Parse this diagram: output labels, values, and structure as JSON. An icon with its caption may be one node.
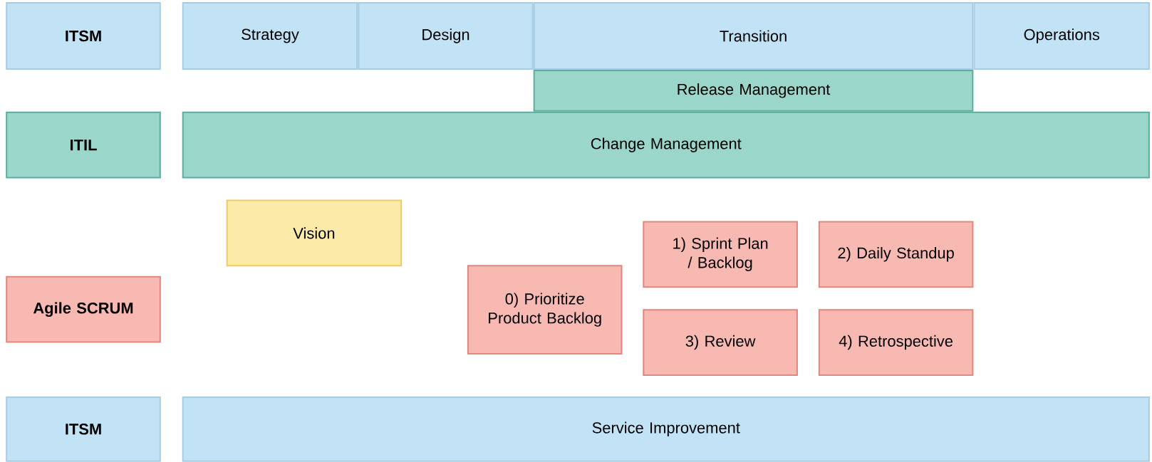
{
  "diagram": {
    "nodes": [
      {
        "text": [
          "ITSM"
        ]
      },
      {
        "text": [
          "Strategy"
        ]
      },
      {
        "text": [
          "Design"
        ]
      },
      {
        "text": [
          "Transition"
        ]
      },
      {
        "text": [
          "Operations"
        ]
      },
      {
        "text": [
          "Release Management"
        ]
      },
      {
        "text": [
          "ITIL"
        ]
      },
      {
        "text": [
          "Change Management"
        ]
      },
      {
        "text": [
          "Vision"
        ]
      },
      {
        "text": [
          "1) Sprint Plan / Backlog"
        ]
      },
      {
        "text": [
          "2) Daily Standup"
        ]
      },
      {
        "text": [
          "Agile SCRUM"
        ]
      },
      {
        "text": [
          "0) Prioritize Product Backlog"
        ]
      },
      {
        "text": [
          "3) Review"
        ]
      },
      {
        "text": [
          "4) Retrospective"
        ]
      },
      {
        "text": [
          "ITSM"
        ]
      },
      {
        "text": [
          "Service Improvement"
        ]
      }
    ]
  }
}
